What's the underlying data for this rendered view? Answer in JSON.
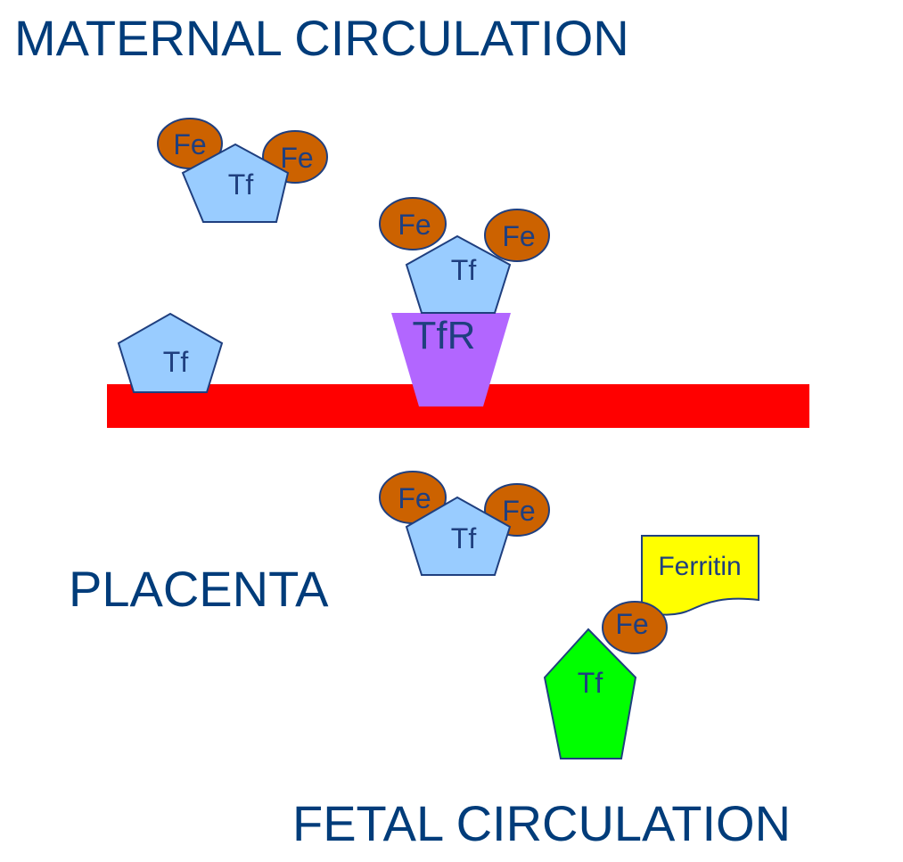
{
  "labels": {
    "maternal": "MATERNAL CIRCULATION",
    "placenta": "PLACENTA",
    "fetal": "FETAL CIRCULATION"
  },
  "molecules": {
    "iron": "Fe",
    "transferrin": "Tf",
    "receptor": "TfR",
    "ferritin": "Ferritin"
  },
  "colors": {
    "title": "#003c7a",
    "iron": "#cc6200",
    "transferrin": "#99ccff",
    "receptor": "#b266ff",
    "membrane": "#ff0000",
    "fetal_transferrin": "#00ff00",
    "ferritin": "#ffff00"
  }
}
